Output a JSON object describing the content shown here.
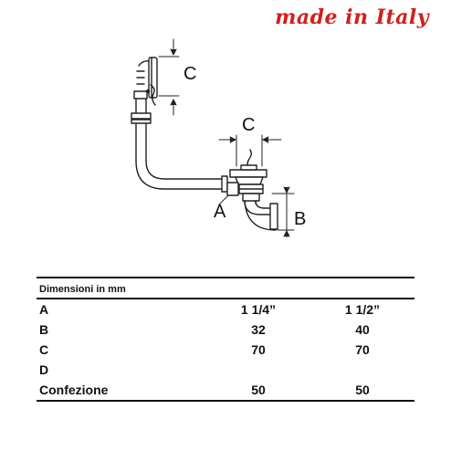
{
  "brand": "made in Italy",
  "diagram": {
    "labels": {
      "c_top": "C",
      "c_mid": "C",
      "a": "A",
      "b": "B"
    }
  },
  "table": {
    "heading": "Dimensioni in mm",
    "rows": [
      {
        "label": "A",
        "v1": "1 1/4”",
        "v2": "1 1/2”"
      },
      {
        "label": "B",
        "v1": "32",
        "v2": "40"
      },
      {
        "label": "C",
        "v1": "70",
        "v2": "70"
      },
      {
        "label": "D",
        "v1": "",
        "v2": ""
      },
      {
        "label": "Confezione",
        "v1": "50",
        "v2": "50"
      }
    ]
  },
  "colors": {
    "brand": "#d21f1f",
    "ink": "#111111"
  }
}
